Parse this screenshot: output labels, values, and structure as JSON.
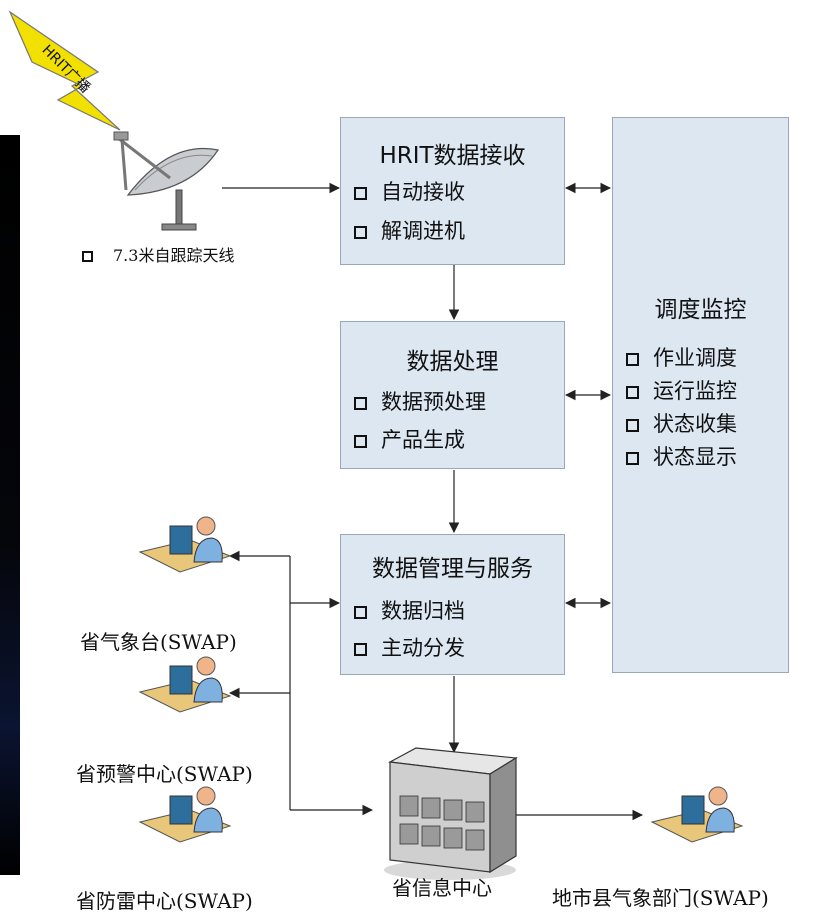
{
  "broadcast": {
    "label": "HRIT广播"
  },
  "antenna": {
    "label": "7.3米自跟踪天线"
  },
  "receive_box": {
    "title": "HRIT数据接收",
    "items": [
      "自动接收",
      "解调进机"
    ]
  },
  "process_box": {
    "title": "数据处理",
    "items": [
      "数据预处理",
      "产品生成"
    ]
  },
  "manage_box": {
    "title": "数据管理与服务",
    "items": [
      "数据归档",
      "主动分发"
    ]
  },
  "monitor_box": {
    "title": "调度监控",
    "items": [
      "作业调度",
      "运行监控",
      "状态收集",
      "状态显示"
    ]
  },
  "users": [
    {
      "label": "省气象台(SWAP)"
    },
    {
      "label": "省预警中心(SWAP)"
    },
    {
      "label": "省防雷中心(SWAP)"
    },
    {
      "label": "地市县气象部门(SWAP)"
    }
  ],
  "server": {
    "label": "省信息中心"
  },
  "colors": {
    "box_fill": "#dde7f2",
    "box_border": "#9aa7b6",
    "bolt": "#f2e000",
    "arrow": "#222222"
  }
}
